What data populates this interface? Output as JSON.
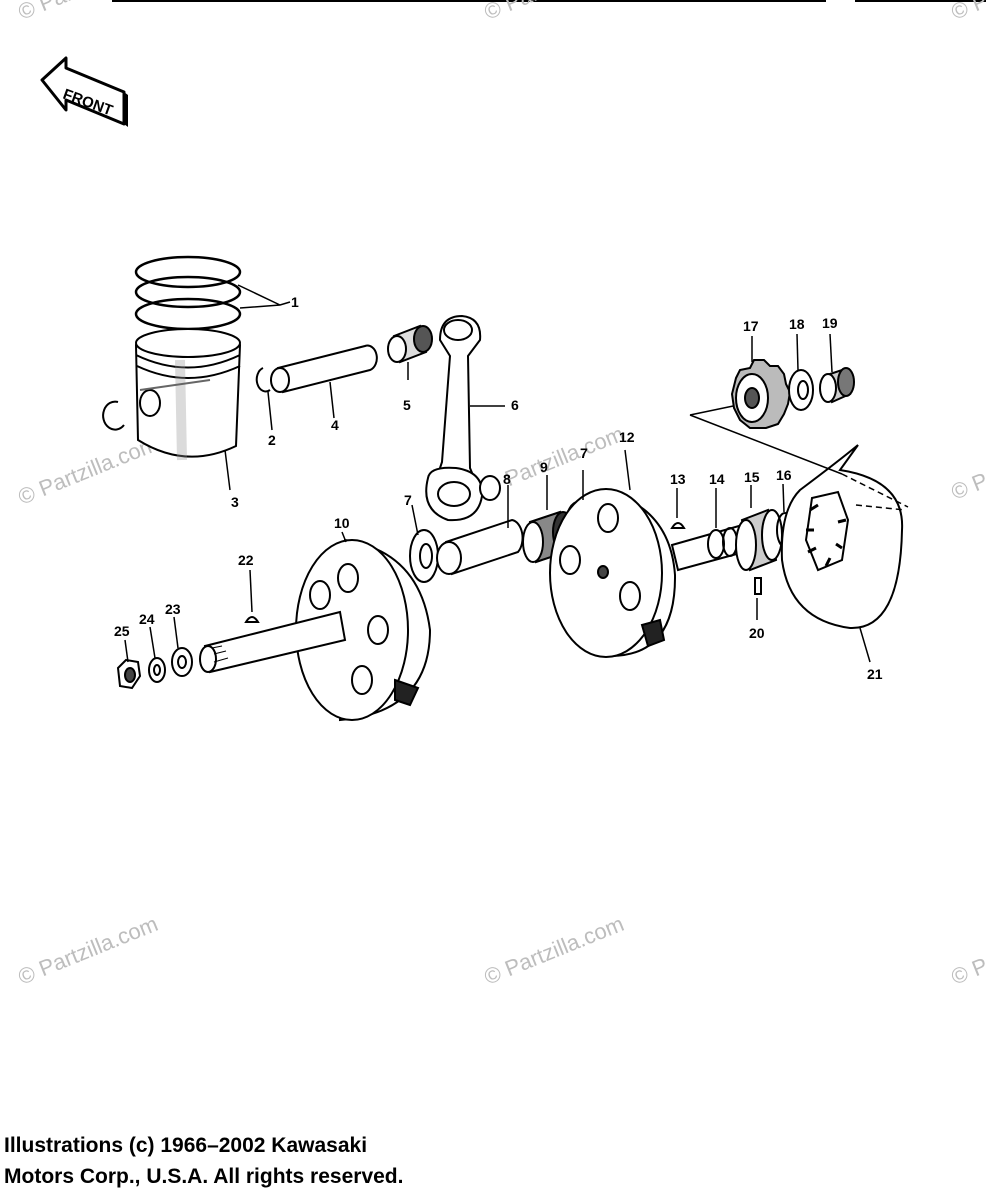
{
  "front_label": "FRONT",
  "watermark": "© Partzilla.com",
  "callouts": {
    "c1": "1",
    "c2": "2",
    "c3": "3",
    "c4": "4",
    "c5": "5",
    "c6": "6",
    "c7a": "7",
    "c7b": "7",
    "c8": "8",
    "c9": "9",
    "c10": "10",
    "c12": "12",
    "c13": "13",
    "c14": "14",
    "c15": "15",
    "c16": "16",
    "c17": "17",
    "c18": "18",
    "c19": "19",
    "c20": "20",
    "c21": "21",
    "c22": "22",
    "c23": "23",
    "c24": "24",
    "c25": "25"
  },
  "copyright": {
    "line1": "Illustrations (c) 1966–2002 Kawasaki",
    "line2": "Motors Corp., U.S.A.  All rights reserved."
  }
}
